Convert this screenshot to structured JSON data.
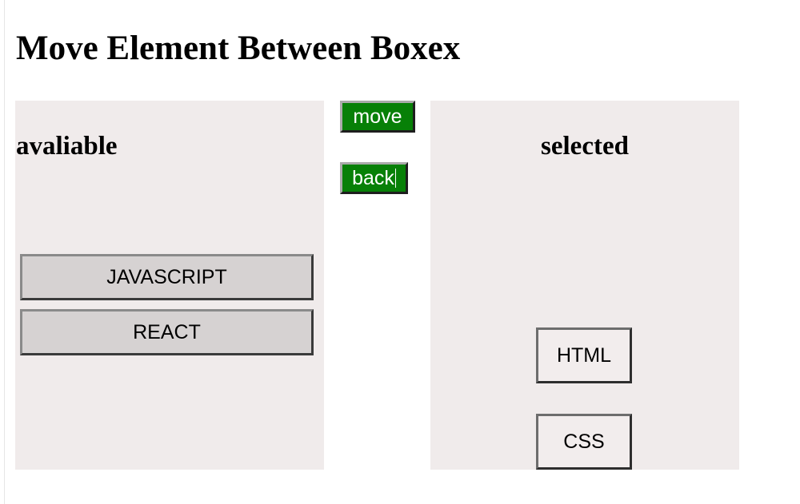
{
  "page": {
    "title": "Move Element Between Boxex"
  },
  "available_box": {
    "heading": "avaliable",
    "items": [
      "JAVASCRIPT",
      "REACT"
    ]
  },
  "selected_box": {
    "heading": "selected",
    "items": [
      "HTML",
      "CSS"
    ]
  },
  "controls": {
    "move_label": "move",
    "back_label": "back"
  },
  "colors": {
    "button_bg": "#078007",
    "button_text": "#ffffff",
    "box_bg": "#f0ebeb",
    "available_item_bg": "#d6d2d2"
  }
}
